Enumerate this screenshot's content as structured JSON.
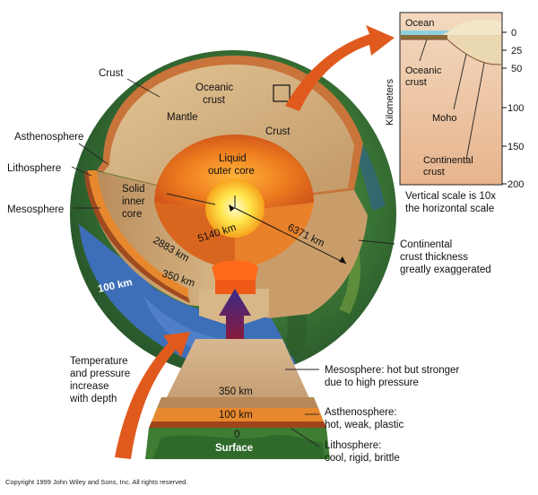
{
  "colors": {
    "crust": "#c9743a",
    "mantle": "#cdab7a",
    "outer_core": "#e8741c",
    "inner_core": "#ffd93a",
    "ocean": "#3d6eb8",
    "land": "#3f7d34",
    "asthenosphere": "#e8882e",
    "arrow": "#e05a1e"
  },
  "labels": {
    "crust_top": "Crust",
    "oceanic_crust_main": [
      "Oceanic",
      "crust"
    ],
    "mantle": "Mantle",
    "crust_right": "Crust",
    "asthenosphere": "Asthenosphere",
    "lithosphere": "Lithosphere",
    "mesosphere": "Mesosphere",
    "liquid_outer_core": [
      "Liquid",
      "outer core"
    ],
    "solid_inner_core": [
      "Solid",
      "inner",
      "core"
    ],
    "continental_crust_note": [
      "Continental",
      "crust thickness",
      "greatly exaggerated"
    ],
    "temperature_note": [
      "Temperature",
      "and pressure",
      "increase",
      "with depth"
    ]
  },
  "distances": {
    "r_inner": "5140 km",
    "r_surface": "6371 km",
    "d_core": "2883 km",
    "d_350": "350 km",
    "d_100": "100 km"
  },
  "column": {
    "mesosphere_desc": [
      "Mesosphere: hot but stronger",
      "due to high pressure"
    ],
    "asthenosphere_desc": [
      "Asthenosphere:",
      "hot, weak, plastic"
    ],
    "lithosphere_desc": [
      "Lithosphere:",
      "cool, rigid, brittle"
    ],
    "depth_350": "350 km",
    "depth_100": "100 km",
    "depth_0": "0",
    "surface": "Surface"
  },
  "inset": {
    "ocean": "Ocean",
    "oceanic_crust": [
      "Oceanic",
      "crust"
    ],
    "moho": "Moho",
    "continental_crust": [
      "Continental",
      "crust"
    ],
    "axis_label": "Kilometers",
    "ticks": [
      "0",
      "25",
      "50",
      "100",
      "150",
      "200"
    ],
    "scale_note": [
      "Vertical scale is 10x",
      "the horizontal scale"
    ]
  },
  "copyright": "Copyright 1999 John Wiley and Sons, Inc. All rights reserved."
}
